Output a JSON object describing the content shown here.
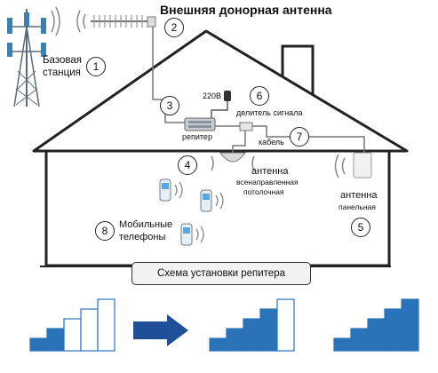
{
  "title": "Внешняя донорная антенна",
  "base_station": {
    "line1": "Базовая",
    "line2": "станция",
    "num": "1"
  },
  "donor_antenna": {
    "num": "2"
  },
  "repeater": {
    "label": "репитер",
    "num": "3"
  },
  "power": {
    "label": "220В"
  },
  "omni_antenna": {
    "num": "4",
    "line1": "антенна",
    "line2": "всенаправленная",
    "line3": "потолочная"
  },
  "panel_antenna": {
    "num": "5",
    "line1": "антенна",
    "line2": "панельная"
  },
  "splitter": {
    "num": "6",
    "label": "делитель сигнала"
  },
  "cable": {
    "num": "7",
    "label": "кабель"
  },
  "phones": {
    "num": "8",
    "line1": "Мобильные",
    "line2": "телефоны"
  },
  "banner": "Схема установки репитера",
  "signal_bars": {
    "before": [
      1,
      2,
      3,
      4,
      5
    ],
    "after_filled": [
      1,
      2,
      3,
      4,
      5
    ],
    "colors": {
      "filled": "#2b73b8",
      "empty": "#ffffff",
      "arrow": "#1f4f96"
    }
  }
}
